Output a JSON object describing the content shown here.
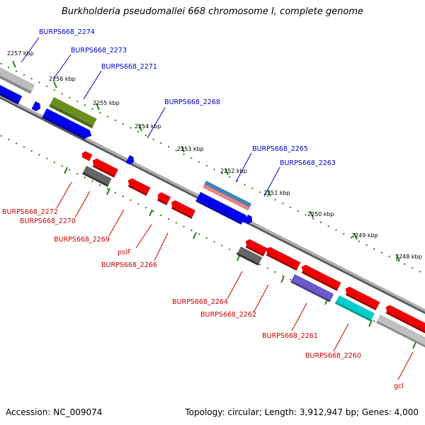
{
  "title": "Burkholderia pseudomallei 668 chromosome I, complete genome",
  "accession": "Accession: NC_009074",
  "summary": "Topology: circular; Length: 3,912,947 bp; Genes: 4,000",
  "colors": {
    "forward_label": "#0000cc",
    "reverse_label": "#cc0000",
    "tick": "#2e7d1e",
    "backbone": "#777777"
  },
  "ticks": [
    {
      "label": "2257 kbp"
    },
    {
      "label": "2256 kbp"
    },
    {
      "label": "2255 kbp"
    },
    {
      "label": "2254 kbp"
    },
    {
      "label": "2253 kbp"
    },
    {
      "label": "2252 kbp"
    },
    {
      "label": "2251 kbp"
    },
    {
      "label": "2250 kbp"
    },
    {
      "label": "2249 kbp"
    },
    {
      "label": "2248 kbp"
    }
  ],
  "forward_labels": [
    {
      "text": "BURPS668_2274"
    },
    {
      "text": "BURPS668_2273"
    },
    {
      "text": "BURPS668_2271"
    },
    {
      "text": "BURPS668_2268"
    },
    {
      "text": "BURPS668_2265"
    },
    {
      "text": "BURPS668_2263"
    }
  ],
  "reverse_labels": [
    {
      "text": "BURPS668_2272"
    },
    {
      "text": "BURPS668_2270"
    },
    {
      "text": "BURPS668_2269"
    },
    {
      "text": "psiF"
    },
    {
      "text": "BURPS668_2266"
    },
    {
      "text": "BURPS668_2264"
    },
    {
      "text": "BURPS668_2262"
    },
    {
      "text": "BURPS668_2261"
    },
    {
      "text": "BURPS668_2260"
    },
    {
      "text": "gcl"
    }
  ]
}
